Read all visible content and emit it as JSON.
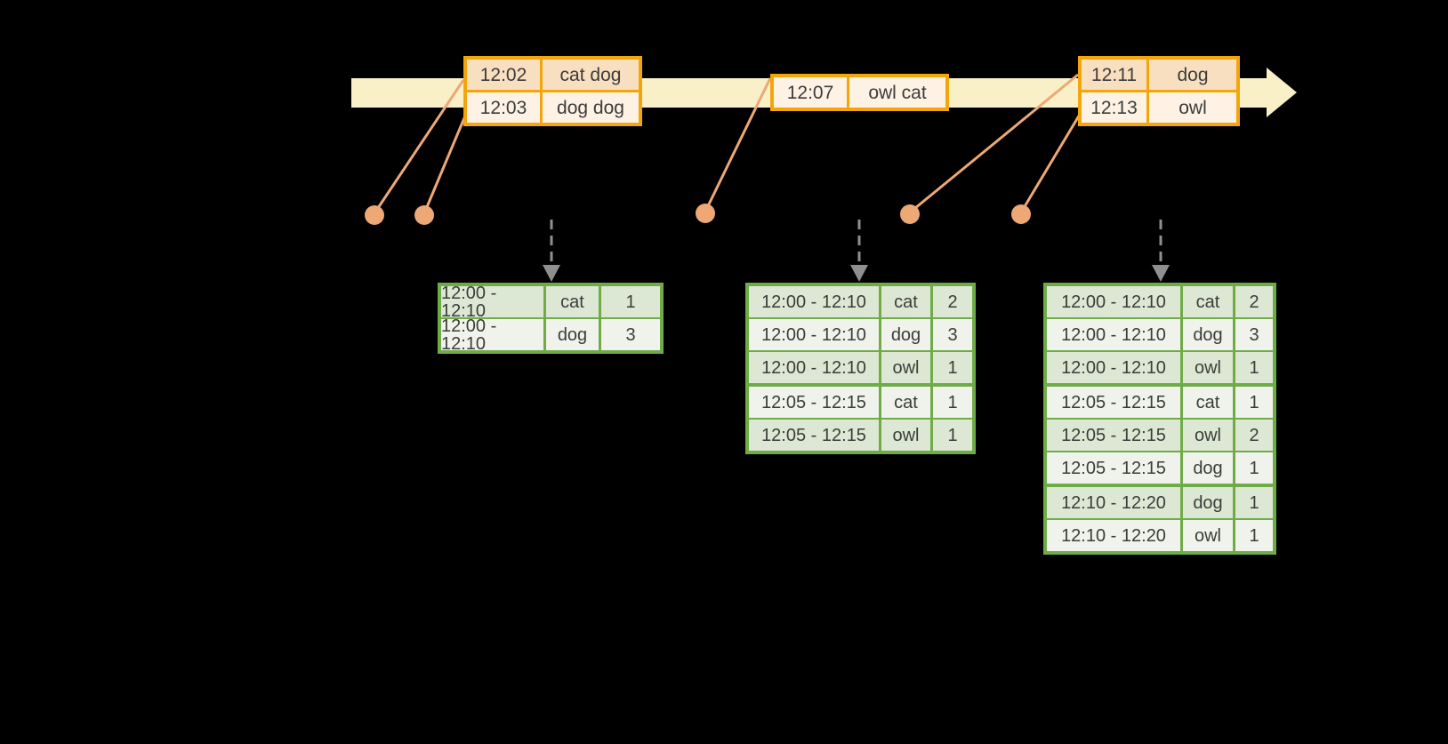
{
  "colors": {
    "background": "#000000",
    "timeline_fill": "#FAF0C8",
    "event_border": "#F2A60C",
    "event_row_dark": "#F8DFC0",
    "event_row_light": "#FDF2E3",
    "connector": "#EDA876",
    "result_border": "#6FAC48",
    "result_row_dark": "#DCE8D3",
    "result_row_light": "#EFF3EB",
    "trigger_arrow": "#8F8F8F",
    "text": "#3C3C3C"
  },
  "icons": {
    "timeline_arrowhead": "right-arrow",
    "trigger_arrow": "dashed-down-arrow",
    "event_marker": "dot"
  },
  "event_tables": [
    {
      "rows": [
        {
          "time": "12:02",
          "words": "cat dog"
        },
        {
          "time": "12:03",
          "words": "dog dog"
        }
      ]
    },
    {
      "rows": [
        {
          "time": "12:07",
          "words": "owl cat",
          "tint": "light"
        }
      ]
    },
    {
      "rows": [
        {
          "time": "12:11",
          "words": "dog"
        },
        {
          "time": "12:13",
          "words": "owl"
        }
      ]
    }
  ],
  "result_tables": [
    {
      "rows": [
        {
          "window": "12:00 - 12:10",
          "word": "cat",
          "count": "1"
        },
        {
          "window": "12:00 - 12:10",
          "word": "dog",
          "count": "3"
        }
      ]
    },
    {
      "rows": [
        {
          "window": "12:00 - 12:10",
          "word": "cat",
          "count": "2"
        },
        {
          "window": "12:00 - 12:10",
          "word": "dog",
          "count": "3"
        },
        {
          "window": "12:00 - 12:10",
          "word": "owl",
          "count": "1"
        },
        {
          "window": "12:05 - 12:15",
          "word": "cat",
          "count": "1",
          "sep": true
        },
        {
          "window": "12:05 - 12:15",
          "word": "owl",
          "count": "1"
        }
      ]
    },
    {
      "rows": [
        {
          "window": "12:00 - 12:10",
          "word": "cat",
          "count": "2"
        },
        {
          "window": "12:00 - 12:10",
          "word": "dog",
          "count": "3"
        },
        {
          "window": "12:00 - 12:10",
          "word": "owl",
          "count": "1"
        },
        {
          "window": "12:05 - 12:15",
          "word": "cat",
          "count": "1",
          "sep": true
        },
        {
          "window": "12:05 - 12:15",
          "word": "owl",
          "count": "2"
        },
        {
          "window": "12:05 - 12:15",
          "word": "dog",
          "count": "1"
        },
        {
          "window": "12:10 - 12:20",
          "word": "dog",
          "count": "1",
          "sep": true
        },
        {
          "window": "12:10 - 12:20",
          "word": "owl",
          "count": "1"
        }
      ]
    }
  ]
}
